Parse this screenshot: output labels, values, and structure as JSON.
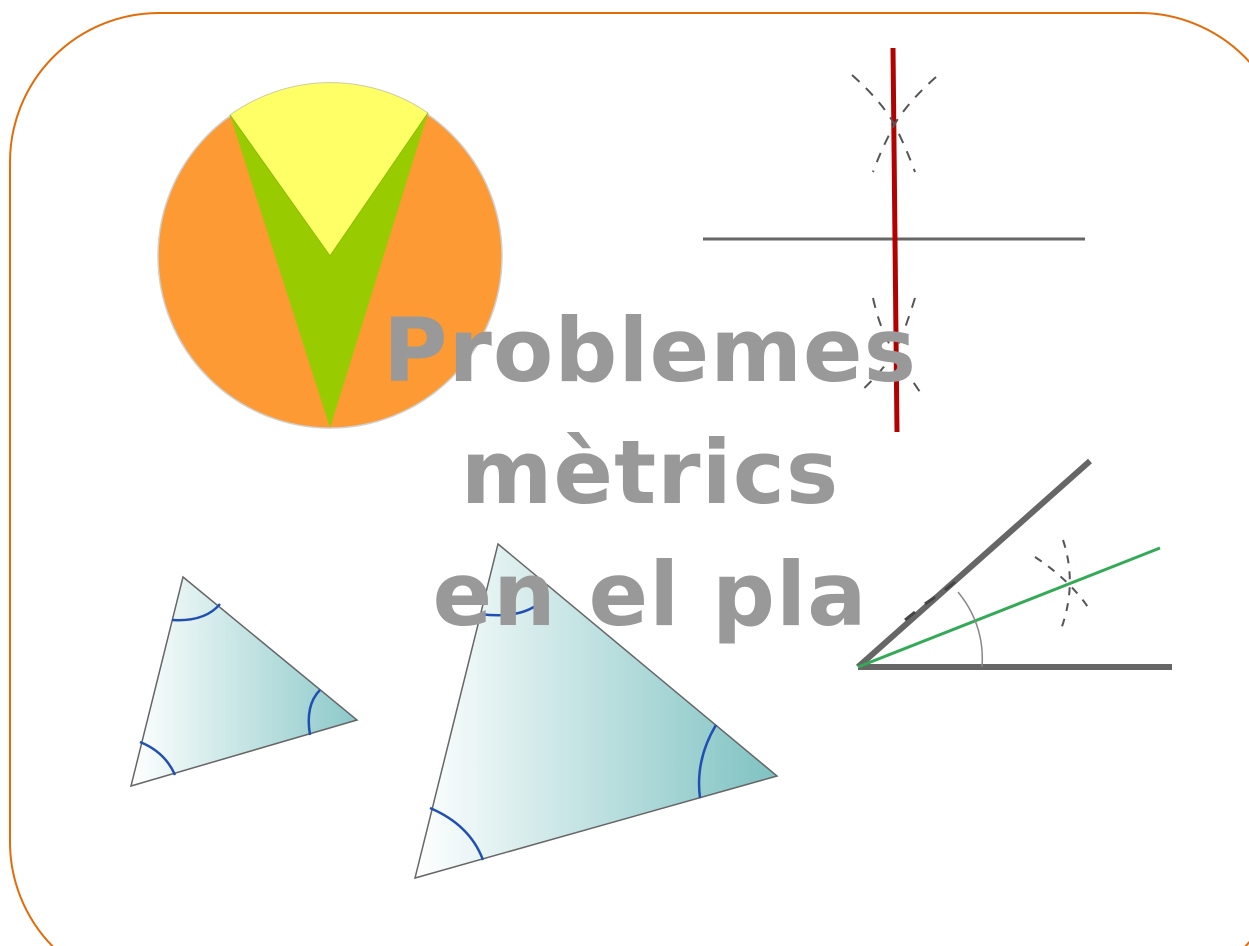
{
  "title": {
    "line1": "Problemes",
    "line2": "mètrics",
    "line3": "en el pla"
  },
  "colors": {
    "frame_border": "#e36c0a",
    "title_text": "#999999",
    "circle_orange": "#fd9a34",
    "sector_yellow": "#ffff66",
    "v_green": "#99cc00",
    "mediatrix_red": "#b30000",
    "bisector_green": "#33aa55",
    "line_gray": "#666666",
    "angle_arc_blue": "#1f4fb3",
    "triangle_teal": "#a8d8d8"
  },
  "icons": [
    "circle-sector-icon",
    "perpendicular-bisector-icon",
    "angle-bisector-icon",
    "similar-triangles-icon"
  ]
}
